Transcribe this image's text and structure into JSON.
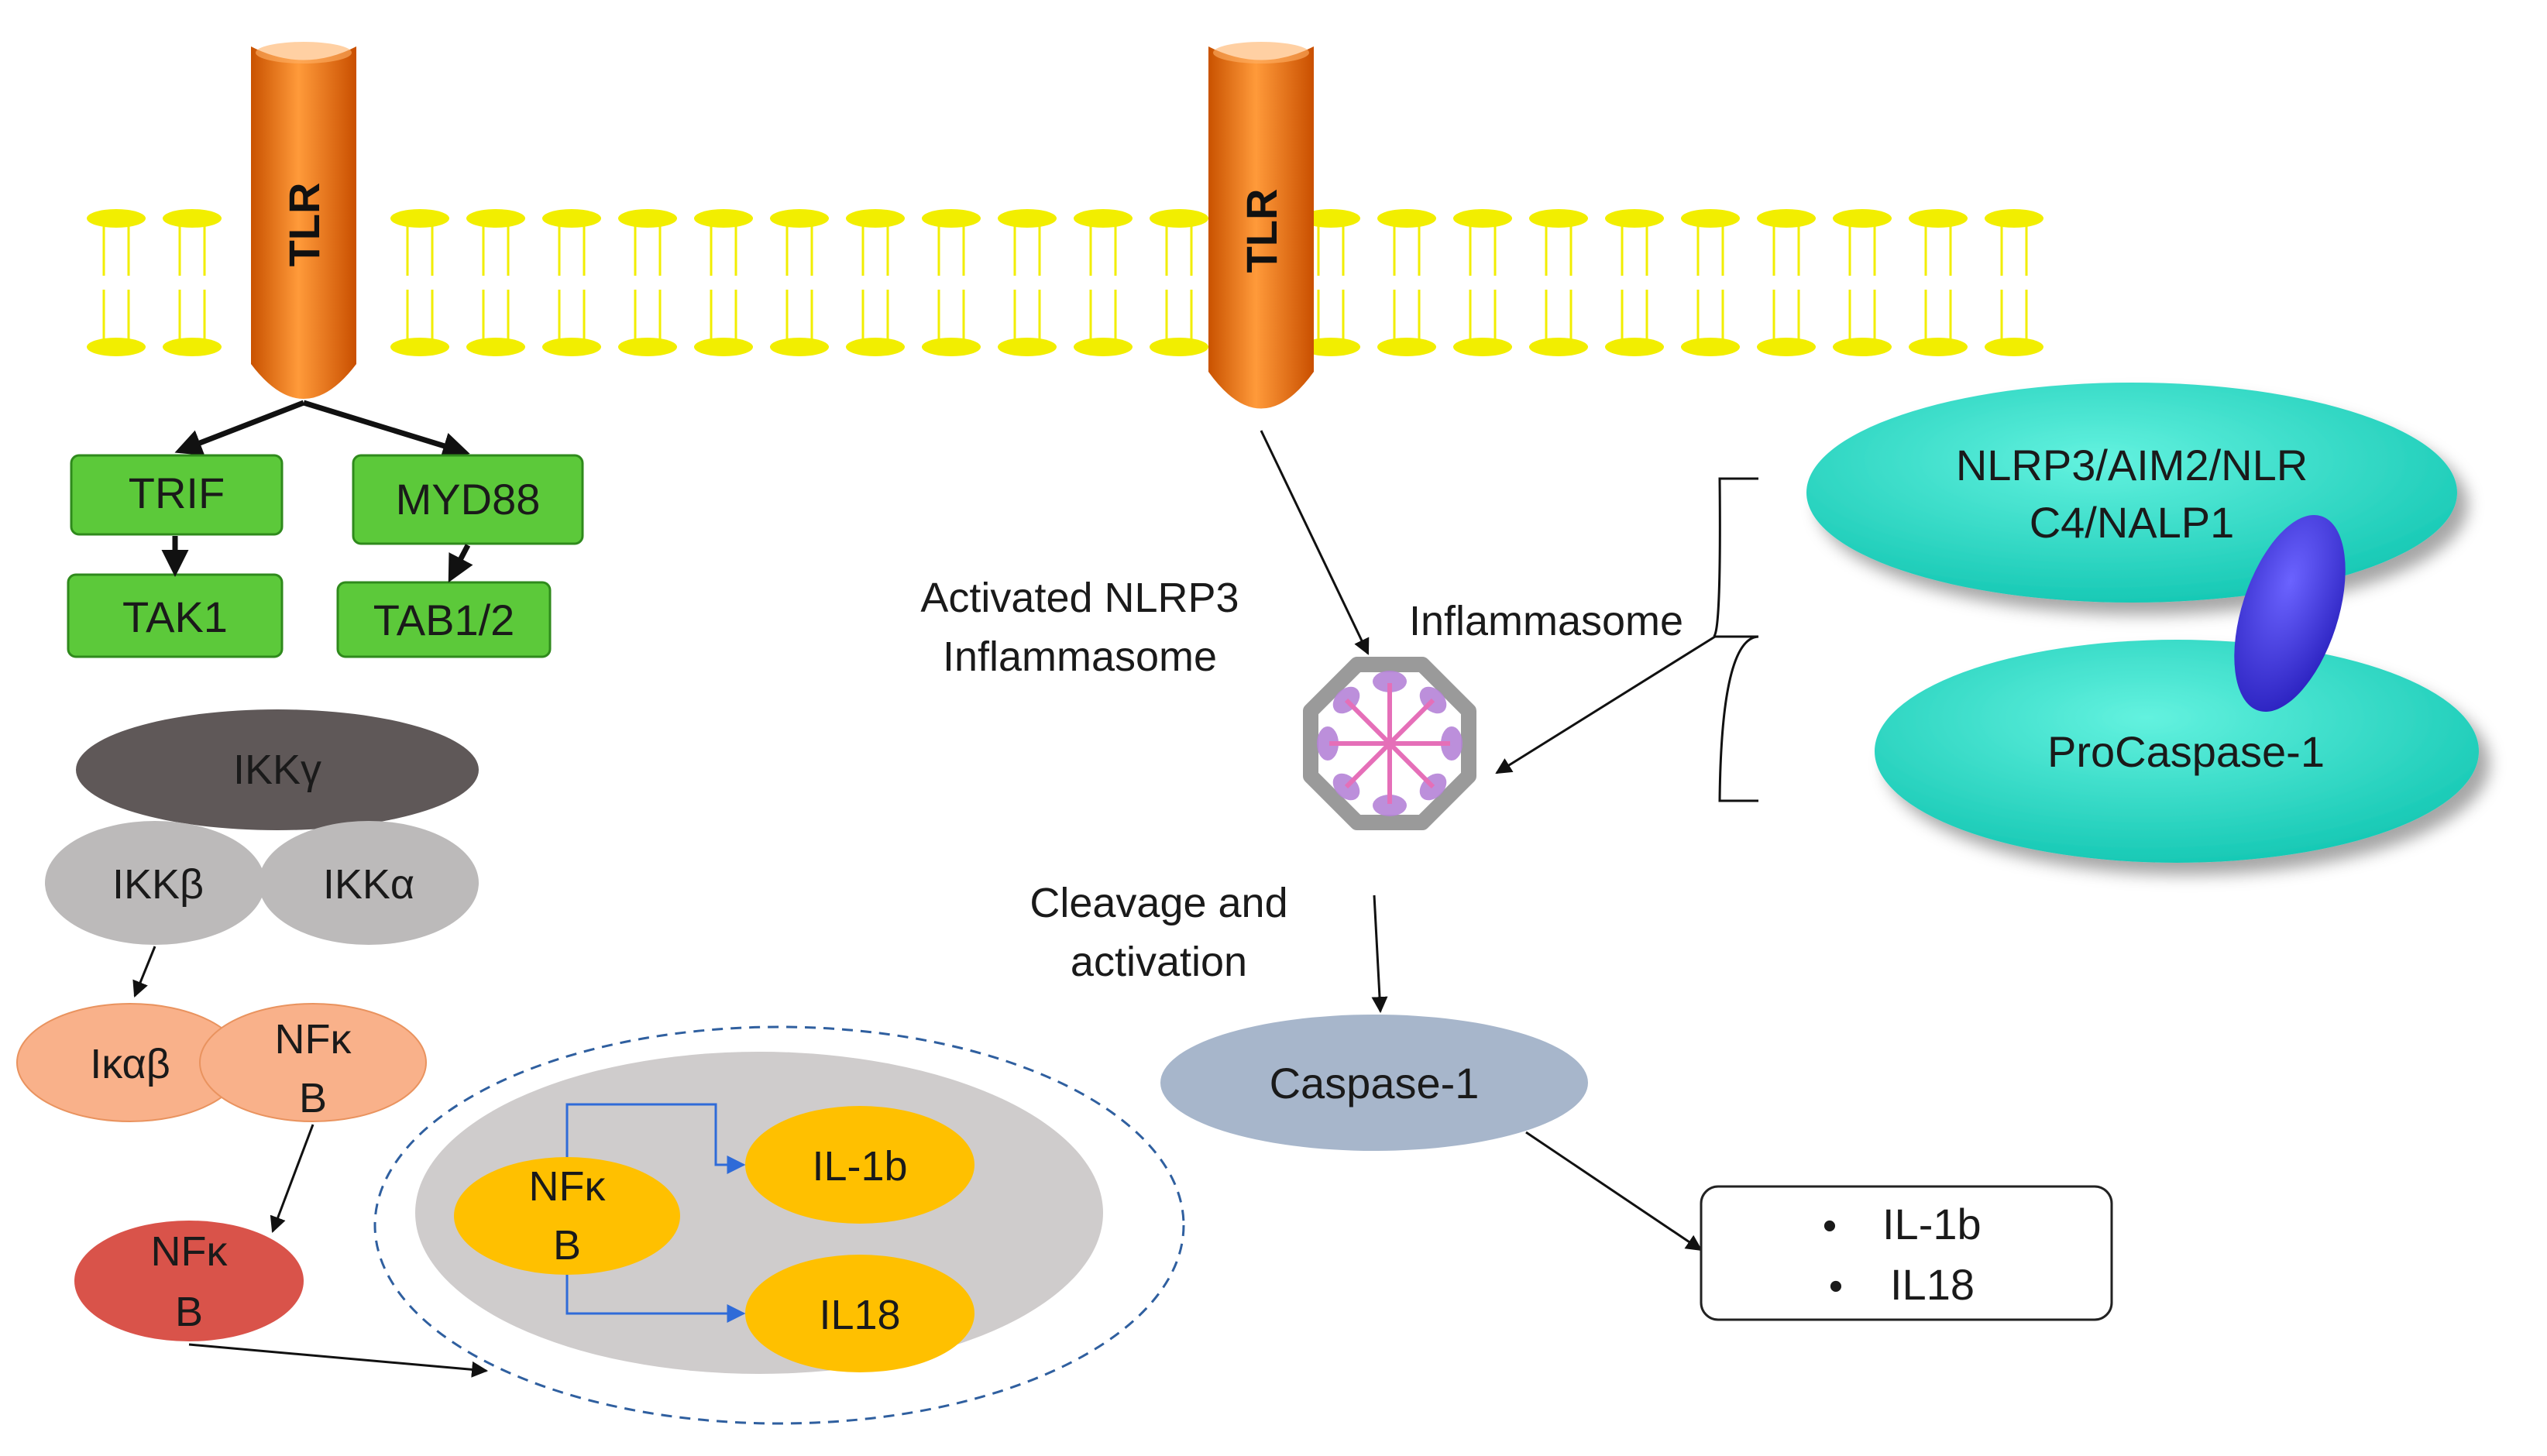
{
  "receptors": {
    "left": {
      "label": "TLR"
    },
    "right": {
      "label": "TLR"
    }
  },
  "boxes": {
    "trif": "TRIF",
    "myd88": "MYD88",
    "tak1": "TAK1",
    "tab12": "TAB1/2"
  },
  "ikk": {
    "gamma": "IKKγ",
    "beta": "IKKβ",
    "alpha": "IKKα"
  },
  "ikab": {
    "inhibitor": "Iκαβ",
    "nfkb_line1": "NFκ",
    "nfkb_line2": "B"
  },
  "nfkb_free": {
    "line1": "NFκ",
    "line2": "B"
  },
  "nucleus": {
    "nfkb_line1": "NFκ",
    "nfkb_line2": "B",
    "il1b": "IL-1b",
    "il18": "IL18"
  },
  "inflammasome": {
    "activated_line1": "Activated NLRP3",
    "activated_line2": "Inflammasome",
    "label": "Inflammasome",
    "cleavage_line1": "Cleavage and",
    "cleavage_line2": "activation"
  },
  "sensor": {
    "line1": "NLRP3/AIM2/NLR",
    "line2": "C4/NALP1",
    "procaspase": "ProCaspase-1"
  },
  "caspase": {
    "label": "Caspase-1"
  },
  "outputs": {
    "bullet": "•",
    "items": [
      "IL-1b",
      "IL18"
    ]
  },
  "colors": {
    "membrane": "#f2ee00",
    "receptor": "#f07a10",
    "green_box": "#5cc93a",
    "ikk_gamma": "#5f5858",
    "ikk_grey": "#bcbaba",
    "peach": "#f9b18a",
    "red": "#d9534a",
    "amber": "#ffc000",
    "nucleus": "#cfcccc",
    "teal": "#33e6d0",
    "adaptor": "#4a3fe0",
    "caspase": "#a7b6cb"
  }
}
